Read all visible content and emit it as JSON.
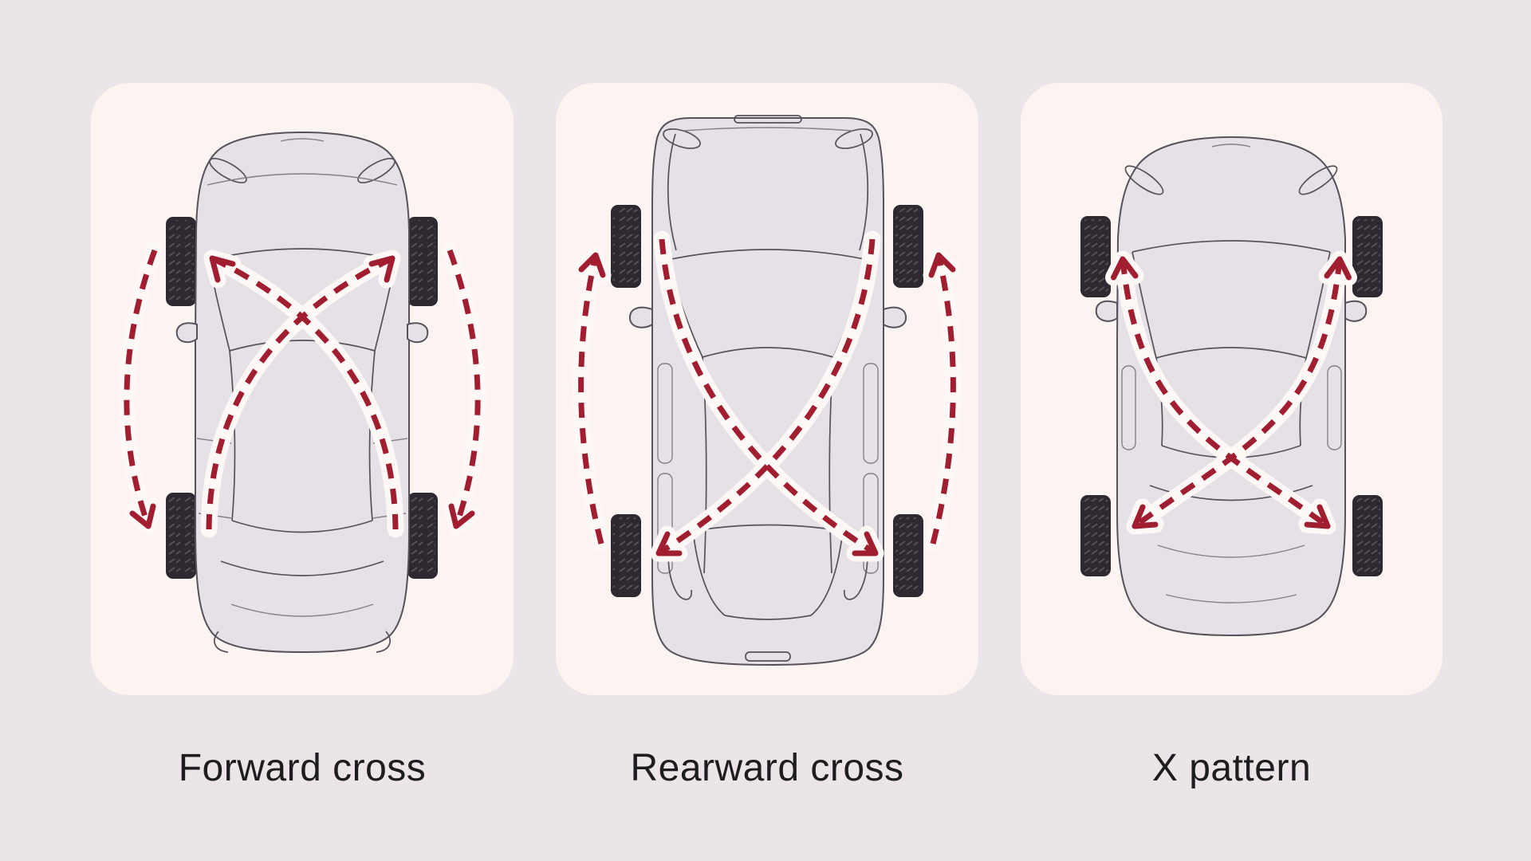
{
  "infographic": {
    "subject": "tire-rotation-patterns"
  },
  "panels": [
    {
      "id": "forward-cross",
      "label": "Forward cross",
      "arrows": [
        "rear-left-to-front-right-crossed-up",
        "rear-right-to-front-left-crossed-up",
        "front-left-to-rear-left-outside-down",
        "front-right-to-rear-right-outside-down"
      ]
    },
    {
      "id": "rearward-cross",
      "label": "Rearward cross",
      "arrows": [
        "front-left-to-rear-right-crossed-down",
        "front-right-to-rear-left-crossed-down",
        "rear-left-to-front-left-outside-up",
        "rear-right-to-front-right-outside-up"
      ]
    },
    {
      "id": "x-pattern",
      "label": "X pattern",
      "arrows": [
        "front-left-to-rear-right-crossed",
        "front-right-to-rear-left-crossed",
        "rear-left-to-front-right-crossed",
        "rear-right-to-front-left-crossed"
      ]
    }
  ],
  "colors": {
    "bg": "#EBE4E9",
    "panel": "#FBF4F1",
    "car-fill": "#E6E1E6",
    "car-line": "#56515A",
    "car-line2": "#84808A",
    "tire": "#2E2930",
    "tread": "#5D5660",
    "arrow": "#A11D30",
    "halo": "#FDF8F6",
    "text": "#1D1D20"
  }
}
